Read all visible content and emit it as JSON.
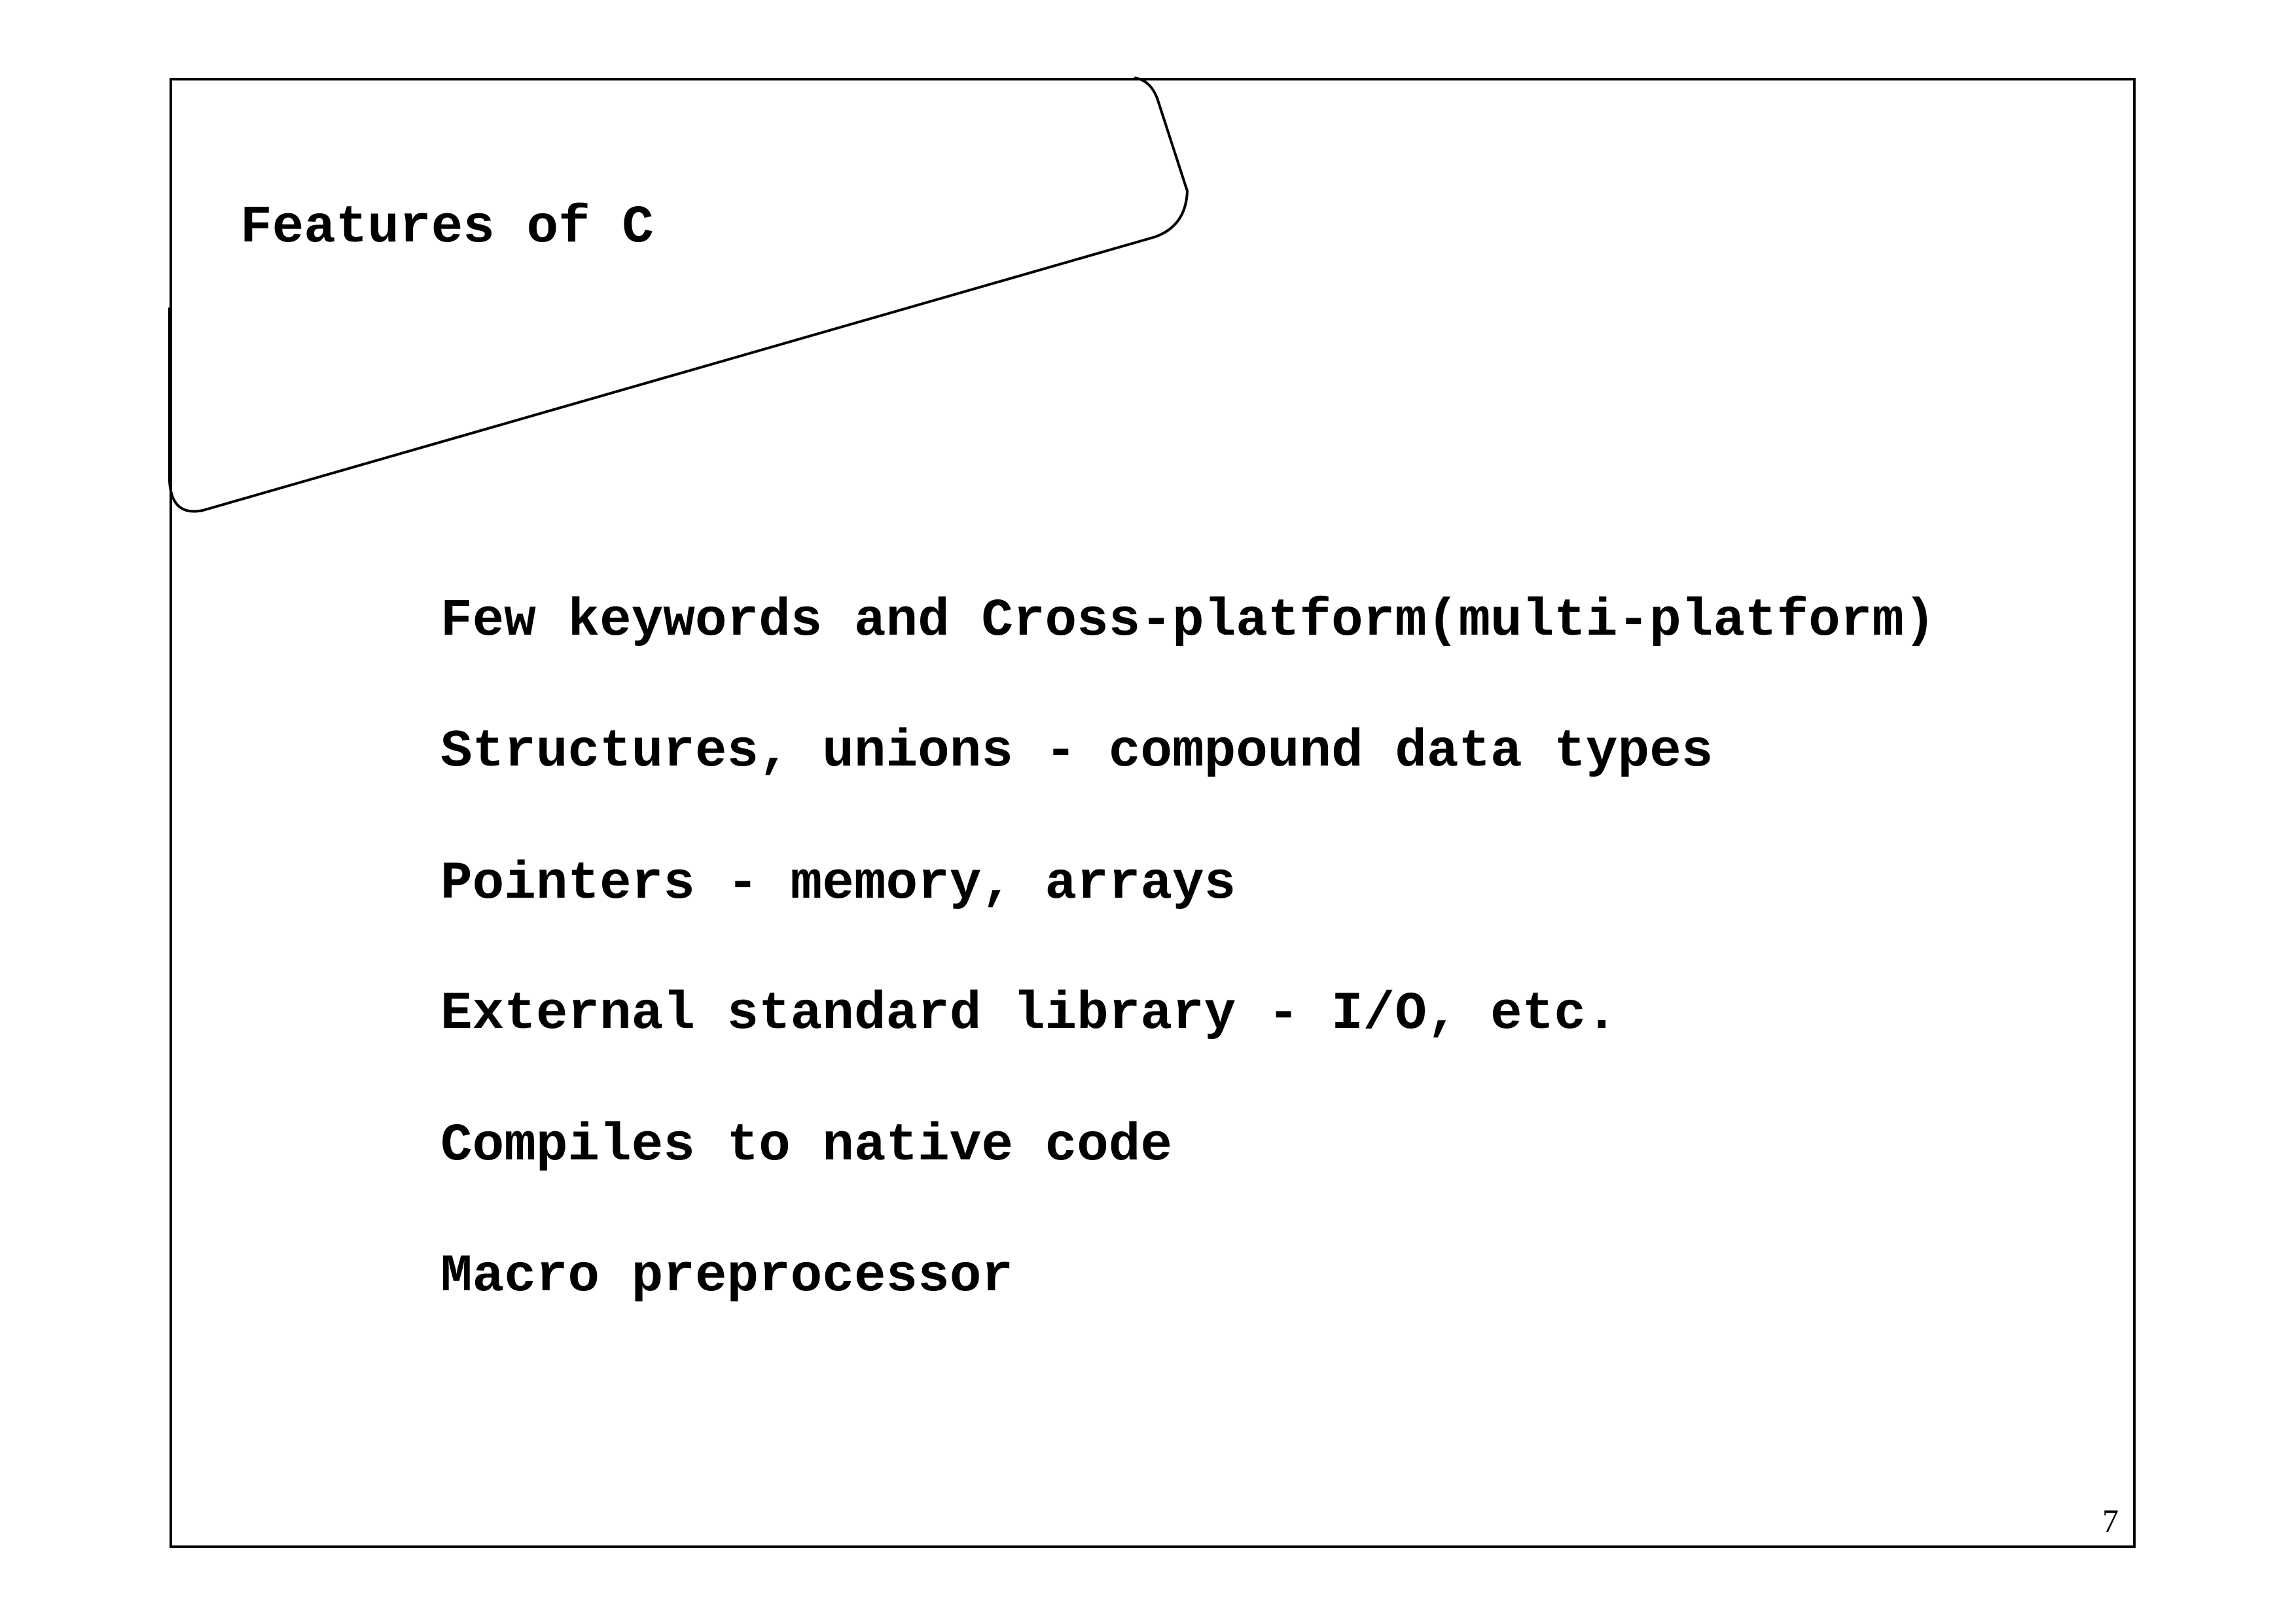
{
  "slide": {
    "title": "Features of C",
    "bullets": [
      "Few keywords and Cross-platform(multi-platform)",
      "Structures, unions - compound data types",
      "Pointers - memory, arrays",
      "External standard library - I/O, etc.",
      "Compiles to native code",
      "Macro preprocessor"
    ],
    "page_number": "7"
  }
}
